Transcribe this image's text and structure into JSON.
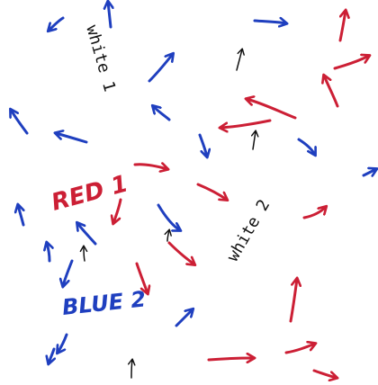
{
  "labels": {
    "red_1": "RED 1",
    "blue_2": "BLUE 2",
    "white_1": "white 1",
    "white_2": "white 2"
  },
  "colors": {
    "red": "#cc1f35",
    "blue": "#1f3fbf",
    "ink": "#111111",
    "paper": "#ffffff"
  }
}
